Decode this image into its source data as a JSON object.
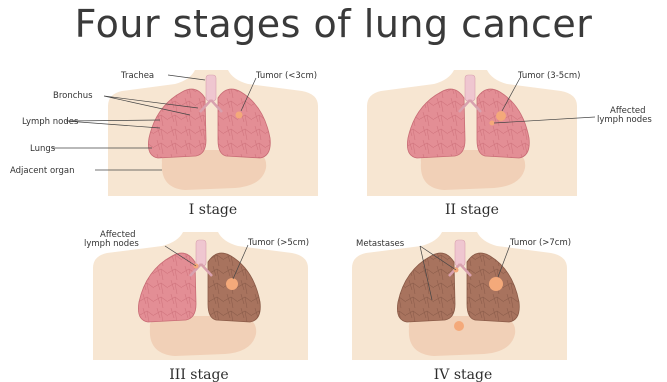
{
  "title": "Four stages of lung cancer",
  "panels": [
    {
      "stage": "I stage",
      "labels": {
        "trachea": "Trachea",
        "bronchus": "Bronchus",
        "lymph": "Lymph nodes",
        "lungs": "Lungs",
        "adjacent": "Adjacent organ",
        "tumor": "Tumor (<3cm)"
      }
    },
    {
      "stage": "II stage",
      "labels": {
        "tumor": "Tumor (3-5cm)",
        "affected1": "Affected",
        "affected2": "lymph nodes"
      }
    },
    {
      "stage": "III stage",
      "labels": {
        "affected1": "Affected",
        "affected2": "lymph nodes",
        "tumor": "Tumor (>5cm)"
      }
    },
    {
      "stage": "IV stage",
      "labels": {
        "metastases": "Metastases",
        "tumor": "Tumor (>7cm)"
      }
    }
  ],
  "colors": {
    "skin": "#f7e6d2",
    "lung_healthy": "#e38e95",
    "lung_healthy_edge": "#c86c75",
    "lung_diseased": "#a8735e",
    "tumor": "#f4a97a",
    "trachea": "#efc6d0",
    "organ": "#f1d0b7"
  }
}
